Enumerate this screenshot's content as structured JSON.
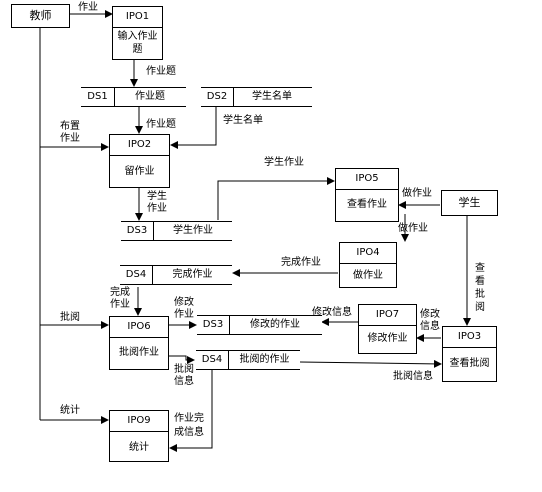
{
  "entities": {
    "teacher": "教师",
    "student": "学生"
  },
  "processes": {
    "ipo1": {
      "id": "IPO1",
      "name": "输入作业题"
    },
    "ipo2": {
      "id": "IPO2",
      "name": "留作业"
    },
    "ipo3": {
      "id": "IPO3",
      "name": "查看批阅"
    },
    "ipo4": {
      "id": "IPO4",
      "name": "做作业"
    },
    "ipo5": {
      "id": "IPO5",
      "name": "查看作业"
    },
    "ipo6": {
      "id": "IPO6",
      "name": "批阅作业"
    },
    "ipo7": {
      "id": "IPO7",
      "name": "修改作业"
    },
    "ipo9": {
      "id": "IPO9",
      "name": "统计"
    }
  },
  "datastores": {
    "ds1": {
      "id": "DS1",
      "name": "作业题"
    },
    "ds2": {
      "id": "DS2",
      "name": "学生名单"
    },
    "ds3a": {
      "id": "DS3",
      "name": "学生作业"
    },
    "ds4a": {
      "id": "DS4",
      "name": "完成作业"
    },
    "ds3b": {
      "id": "DS3",
      "name": "修改的作业"
    },
    "ds4b": {
      "id": "DS4",
      "name": "批阅的作业"
    }
  },
  "flows": {
    "zuoye": "作业",
    "zuoyeti_1": "作业题",
    "zuoyeti_2": "作业题",
    "xueshengmingdan": "学生名单",
    "buzhi_zuoye": "布置作业",
    "xuesheng_zuoye_1": "学生作业",
    "xuesheng_zuoye_2": "学生作业",
    "zuozuoye_1": "做作业",
    "zuozuoye_2": "做作业",
    "chakan_piyue": "查看批阅",
    "wancheng_zuoye_1": "完成作业",
    "wancheng_zuoye_2": "完成作业",
    "piyue": "批阅",
    "xiugai_zuoye": "修改作业",
    "xiugai_xinxi_1": "修改信息",
    "xiugai_xinxi_2": "修改信息",
    "piyue_xinxi_1": "批阅信息",
    "piyue_xinxi_2": "批阅信息",
    "tongji": "统计",
    "zuoye_wancheng_xinxi": "作业完成信息"
  }
}
